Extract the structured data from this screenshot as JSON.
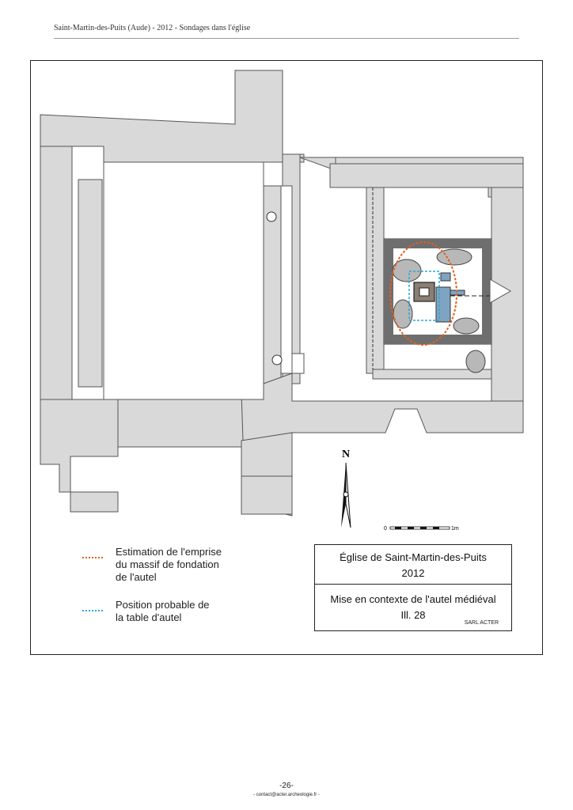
{
  "header": {
    "text": "Saint-Martin-des-Puits (Aude) - 2012 - Sondages dans l'église"
  },
  "figure": {
    "north_label": "N",
    "scale": {
      "start": "0",
      "end": "1m"
    },
    "legend": [
      {
        "text_lines": [
          "Estimation de l'emprise",
          "du massif de fondation",
          "de l'autel"
        ],
        "color": "#e0611f"
      },
      {
        "text_lines": [
          "Position probable de",
          "la table d'autel"
        ],
        "color": "#2ba6d6"
      }
    ],
    "title_box": {
      "title": "Église de Saint-Martin-des-Puits",
      "year": "2012",
      "caption": "Mise en contexte de l'autel médiéval",
      "plate": "Ill. 28",
      "credit": "SARL ACTER"
    }
  },
  "footer": {
    "page_number": "-26-",
    "contact": "- contact@acter.archeologie.fr -"
  },
  "colors": {
    "wall_fill": "#d9d9d9",
    "wall_stroke": "#555555",
    "stone_fill": "#b8b8b8",
    "dark_stone": "#6e6e6e"
  }
}
